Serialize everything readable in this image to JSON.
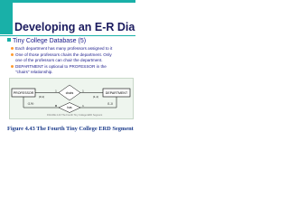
{
  "slide": {
    "title": "Developing an E-R Diagram",
    "subtitle": "Tiny College Database (5)",
    "bullets": [
      {
        "line1": "Each department has many professors assigned to it",
        "line2": ""
      },
      {
        "line1": "One of those professors chairs the department. Only",
        "line2": "one of the professors can chair the department."
      },
      {
        "line1": "DEPARTMENT is optional to PROFESSOR in the",
        "line2": "\"chairs\" relationship."
      }
    ]
  },
  "diagram": {
    "entities": [
      "PROFESSOR",
      "DEPARTMENT"
    ],
    "relationships": [
      "chairs",
      "has"
    ],
    "cardinalities": {
      "professor_chairs": "(0,1)",
      "chairs_department": "(1,1)",
      "professor_has": "(1,N)",
      "has_department": "(1,1)"
    },
    "connectivities": {
      "chairs_left": "1",
      "chairs_right": "1",
      "has_left": "M",
      "has_right": "1"
    },
    "note": "FIGURE 4.43   The Fourth Tiny College ERD Segment"
  },
  "caption": "Figure 4.43   The Fourth Tiny College ERD Segment",
  "colors": {
    "accent": "#19b0a8",
    "title": "#1a1a5e",
    "text": "#1a1a8a",
    "bullet_dot": "#ff9a2e",
    "panel_bg": "#eef5ee"
  }
}
